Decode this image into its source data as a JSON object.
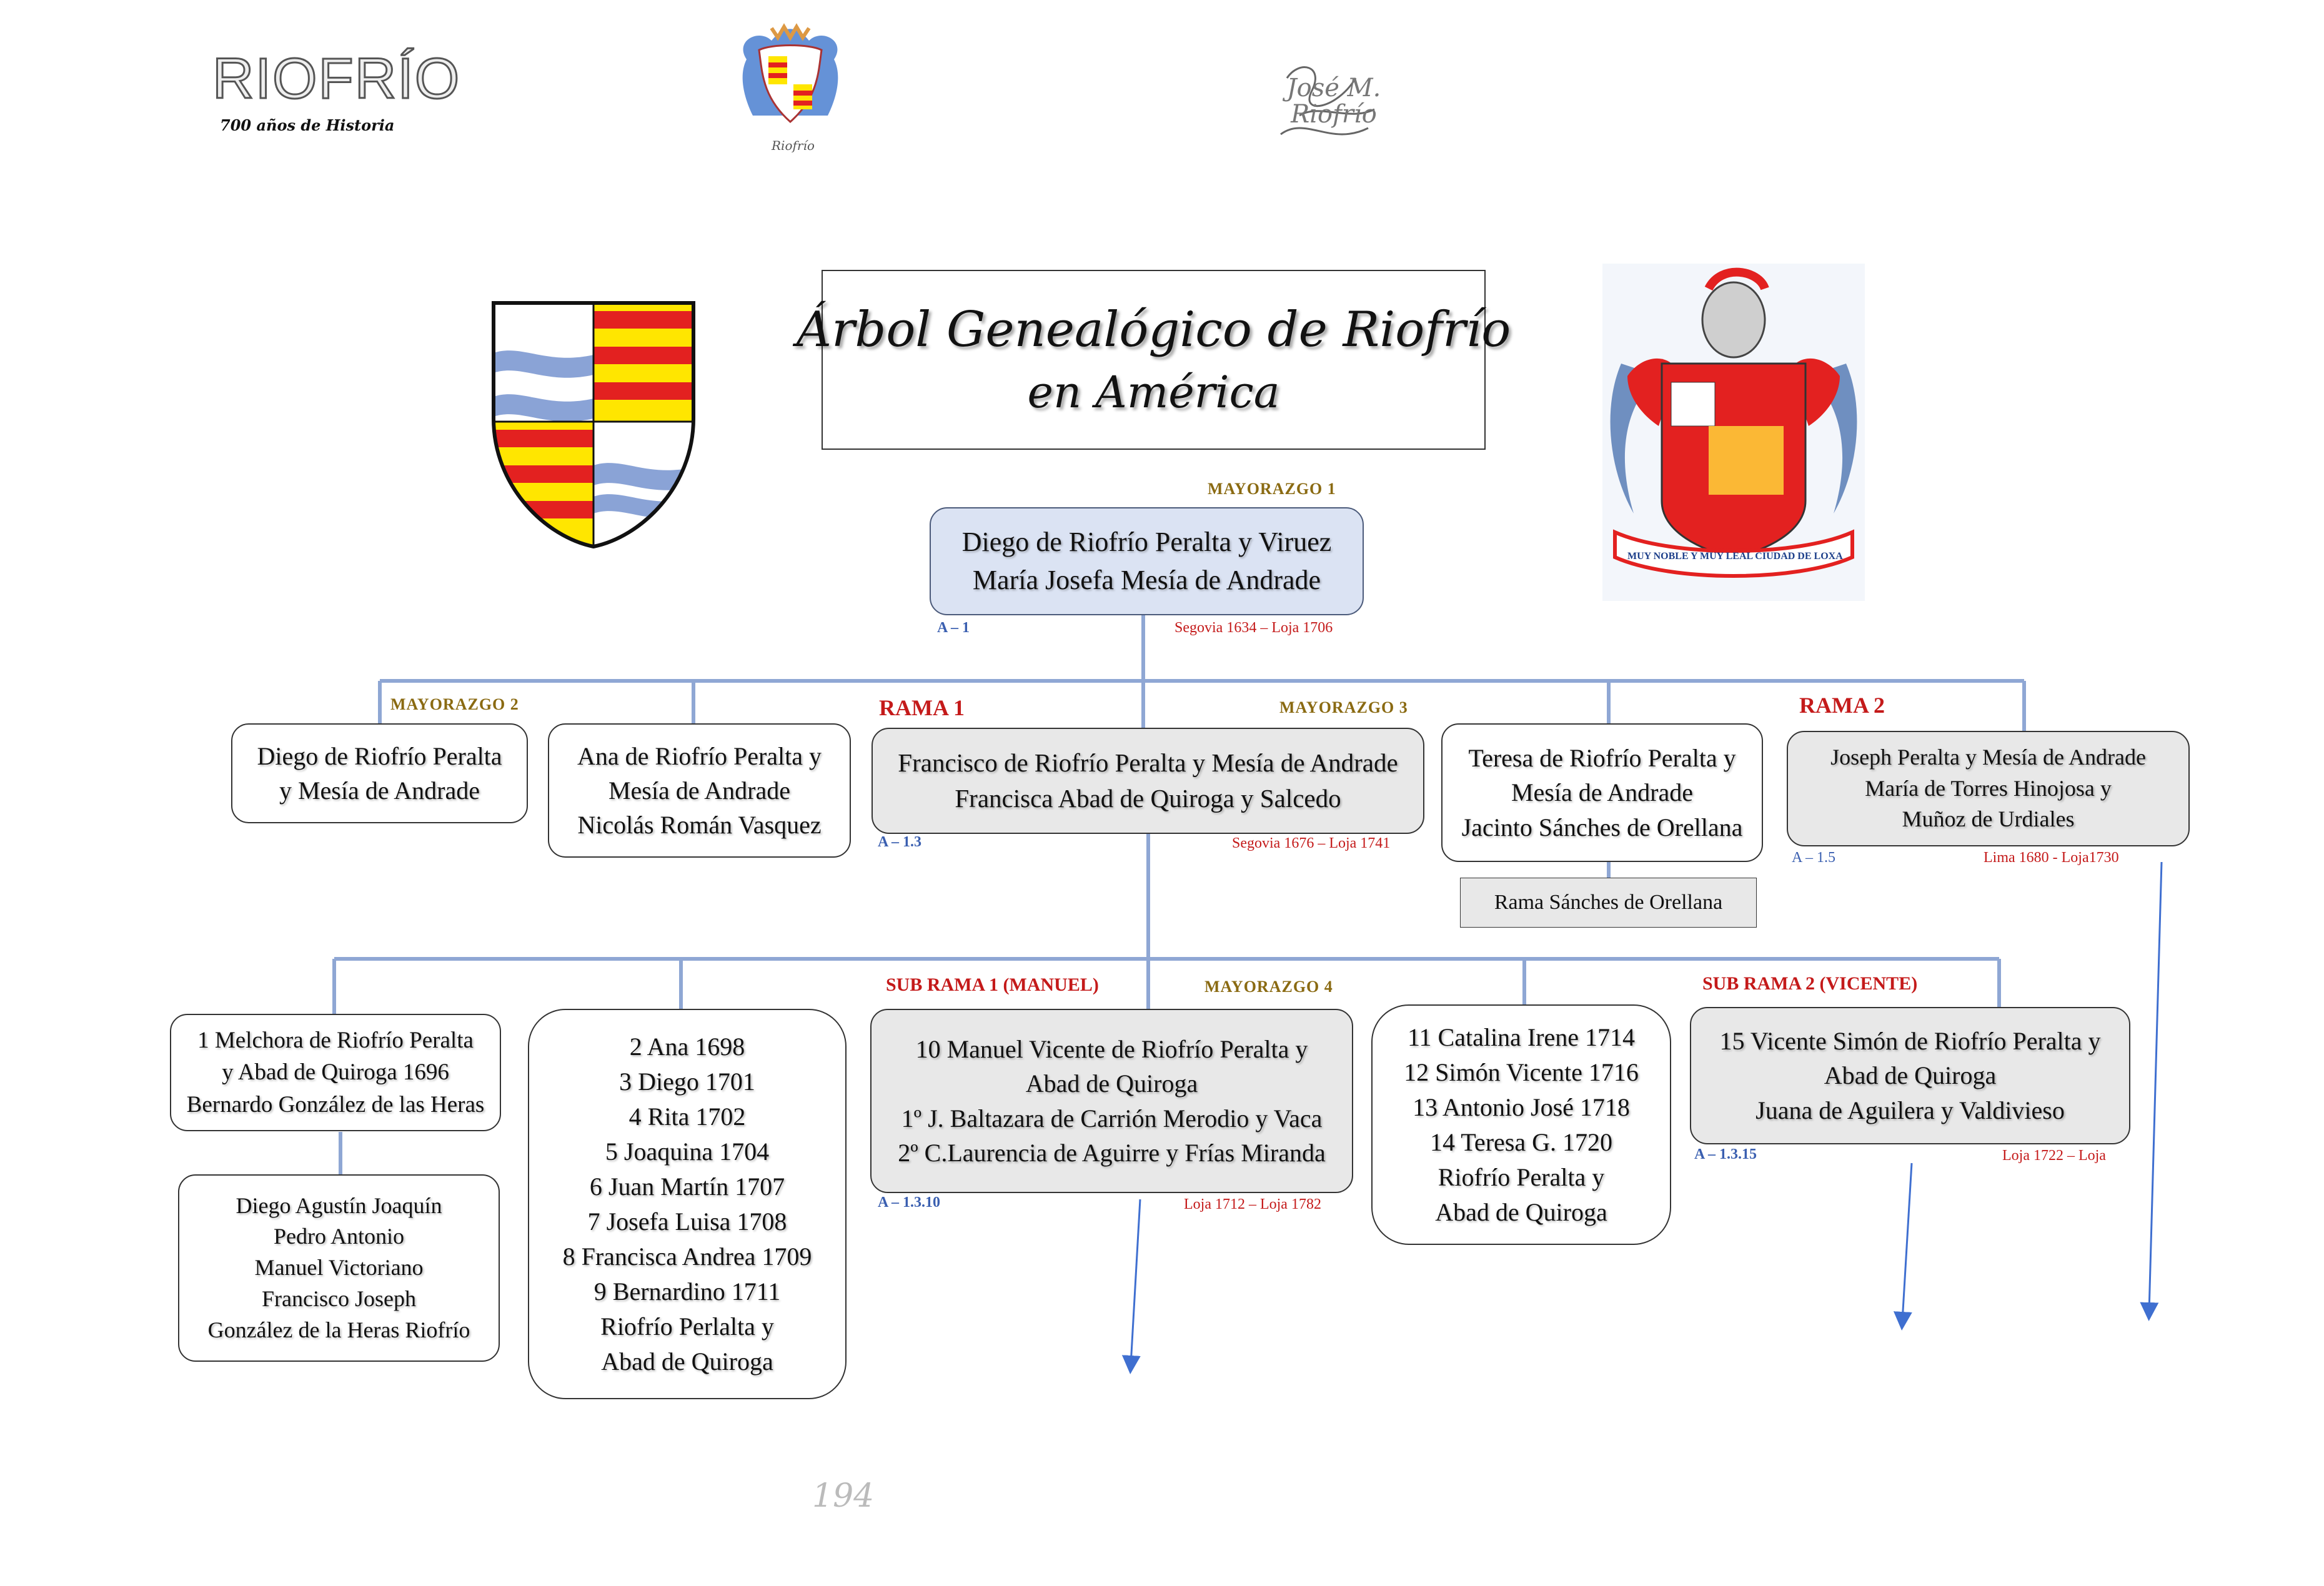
{
  "header": {
    "brand": "RIOFRÍO",
    "brand_tagline": "700 años de Historia",
    "crest_caption": "Riofrío",
    "signature": "José M. Riofrío"
  },
  "title": {
    "line1": "Árbol Genealógico de Riofrío",
    "line2": "en América"
  },
  "right_crest": {
    "motto": "MUY NOBLE Y MUY LEAL CIUDAD DE LOXA"
  },
  "colors": {
    "line": "#8fa7d4",
    "arrow": "#3f6fd0",
    "shield_red": "#e32120",
    "shield_yellow": "#ffe600",
    "wave": "#8aa3d6"
  },
  "level1": {
    "tag": "MAYORAZGO 1",
    "lines": [
      "Diego de Riofrío Peralta y Viruez",
      "María Josefa Mesía de Andrade"
    ],
    "code": "A – 1",
    "dates": "Segovia 1634 – Loja 1706"
  },
  "level2": {
    "diego": {
      "tag": "MAYORAZGO 2",
      "lines": [
        "Diego de Riofrío Peralta",
        "y Mesía de Andrade"
      ]
    },
    "ana": {
      "lines": [
        "Ana de Riofrío Peralta y",
        "Mesía de Andrade",
        "Nicolás Román Vasquez"
      ]
    },
    "francisco": {
      "rama": "RAMA 1",
      "tag": "MAYORAZGO 3",
      "lines": [
        "Francisco de Riofrío Peralta y Mesía de Andrade",
        "Francisca Abad de Quiroga y Salcedo"
      ],
      "code": "A – 1.3",
      "dates": "Segovia 1676 – Loja 1741"
    },
    "teresa": {
      "lines": [
        "Teresa de Riofrío Peralta y",
        "Mesía de Andrade",
        "Jacinto Sánches de Orellana"
      ],
      "sub": "Rama Sánches de Orellana"
    },
    "joseph": {
      "rama": "RAMA 2",
      "lines": [
        "Joseph Peralta y Mesía de Andrade",
        "María de Torres Hinojosa y",
        "Muñoz de Urdiales"
      ],
      "code": "A – 1.5",
      "dates": "Lima 1680 - Loja1730"
    }
  },
  "level3": {
    "melchora": {
      "lines": [
        "1 Melchora de Riofrío Peralta",
        "y Abad de Quiroga 1696",
        "Bernardo González de las Heras"
      ],
      "children": [
        "Diego Agustín Joaquín",
        "Pedro Antonio",
        "Manuel Victoriano",
        "Francisco Joseph",
        "González de la Heras Riofrío"
      ]
    },
    "siblings": [
      "2 Ana 1698",
      "3 Diego 1701",
      "4 Rita 1702",
      "5 Joaquina 1704",
      "6 Juan Martín 1707",
      "7 Josefa Luisa 1708",
      "8 Francisca Andrea 1709",
      "9 Bernardino 1711",
      "Riofrío Perlalta y",
      "Abad de Quiroga"
    ],
    "manuel": {
      "rama": "SUB RAMA 1 (MANUEL)",
      "tag": "MAYORAZGO 4",
      "lines": [
        "10 Manuel Vicente de Riofrío Peralta y",
        "Abad de Quiroga",
        "1º J. Baltazara de Carrión Merodio y Vaca",
        "2º C.Laurencia de Aguirre y Frías Miranda"
      ],
      "code": "A – 1.3.10",
      "dates": "Loja 1712 – Loja 1782"
    },
    "catalina": [
      "11 Catalina Irene 1714",
      "12 Simón Vicente 1716",
      "13 Antonio José 1718",
      "14 Teresa G. 1720",
      "Riofrío Peralta y",
      "Abad de Quiroga"
    ],
    "vicente": {
      "rama": "SUB RAMA 2 (VICENTE)",
      "lines": [
        "15 Vicente Simón de Riofrío Peralta y",
        "Abad de Quiroga",
        "Juana de Aguilera y Valdivieso"
      ],
      "code": "A – 1.3.15",
      "dates": "Loja 1722 – Loja"
    }
  },
  "page_number": "194"
}
